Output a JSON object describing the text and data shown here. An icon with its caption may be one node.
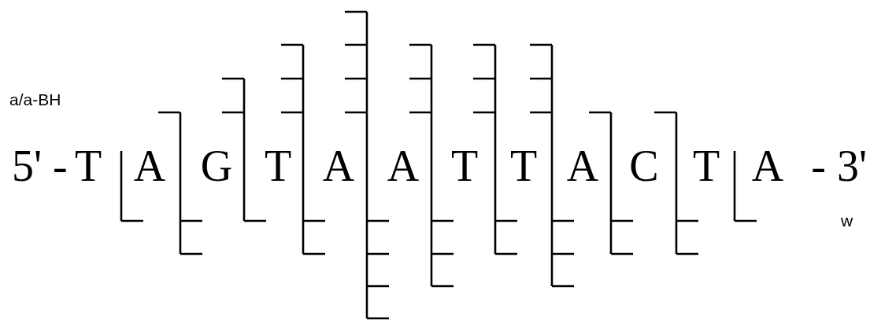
{
  "diagram": {
    "labels": [
      "a/a-BH",
      "5' -",
      "T",
      "A",
      "G",
      "T",
      "A",
      "A",
      "T",
      "T",
      "A",
      "C",
      "T",
      "A",
      "- 3'",
      "w"
    ]
  }
}
